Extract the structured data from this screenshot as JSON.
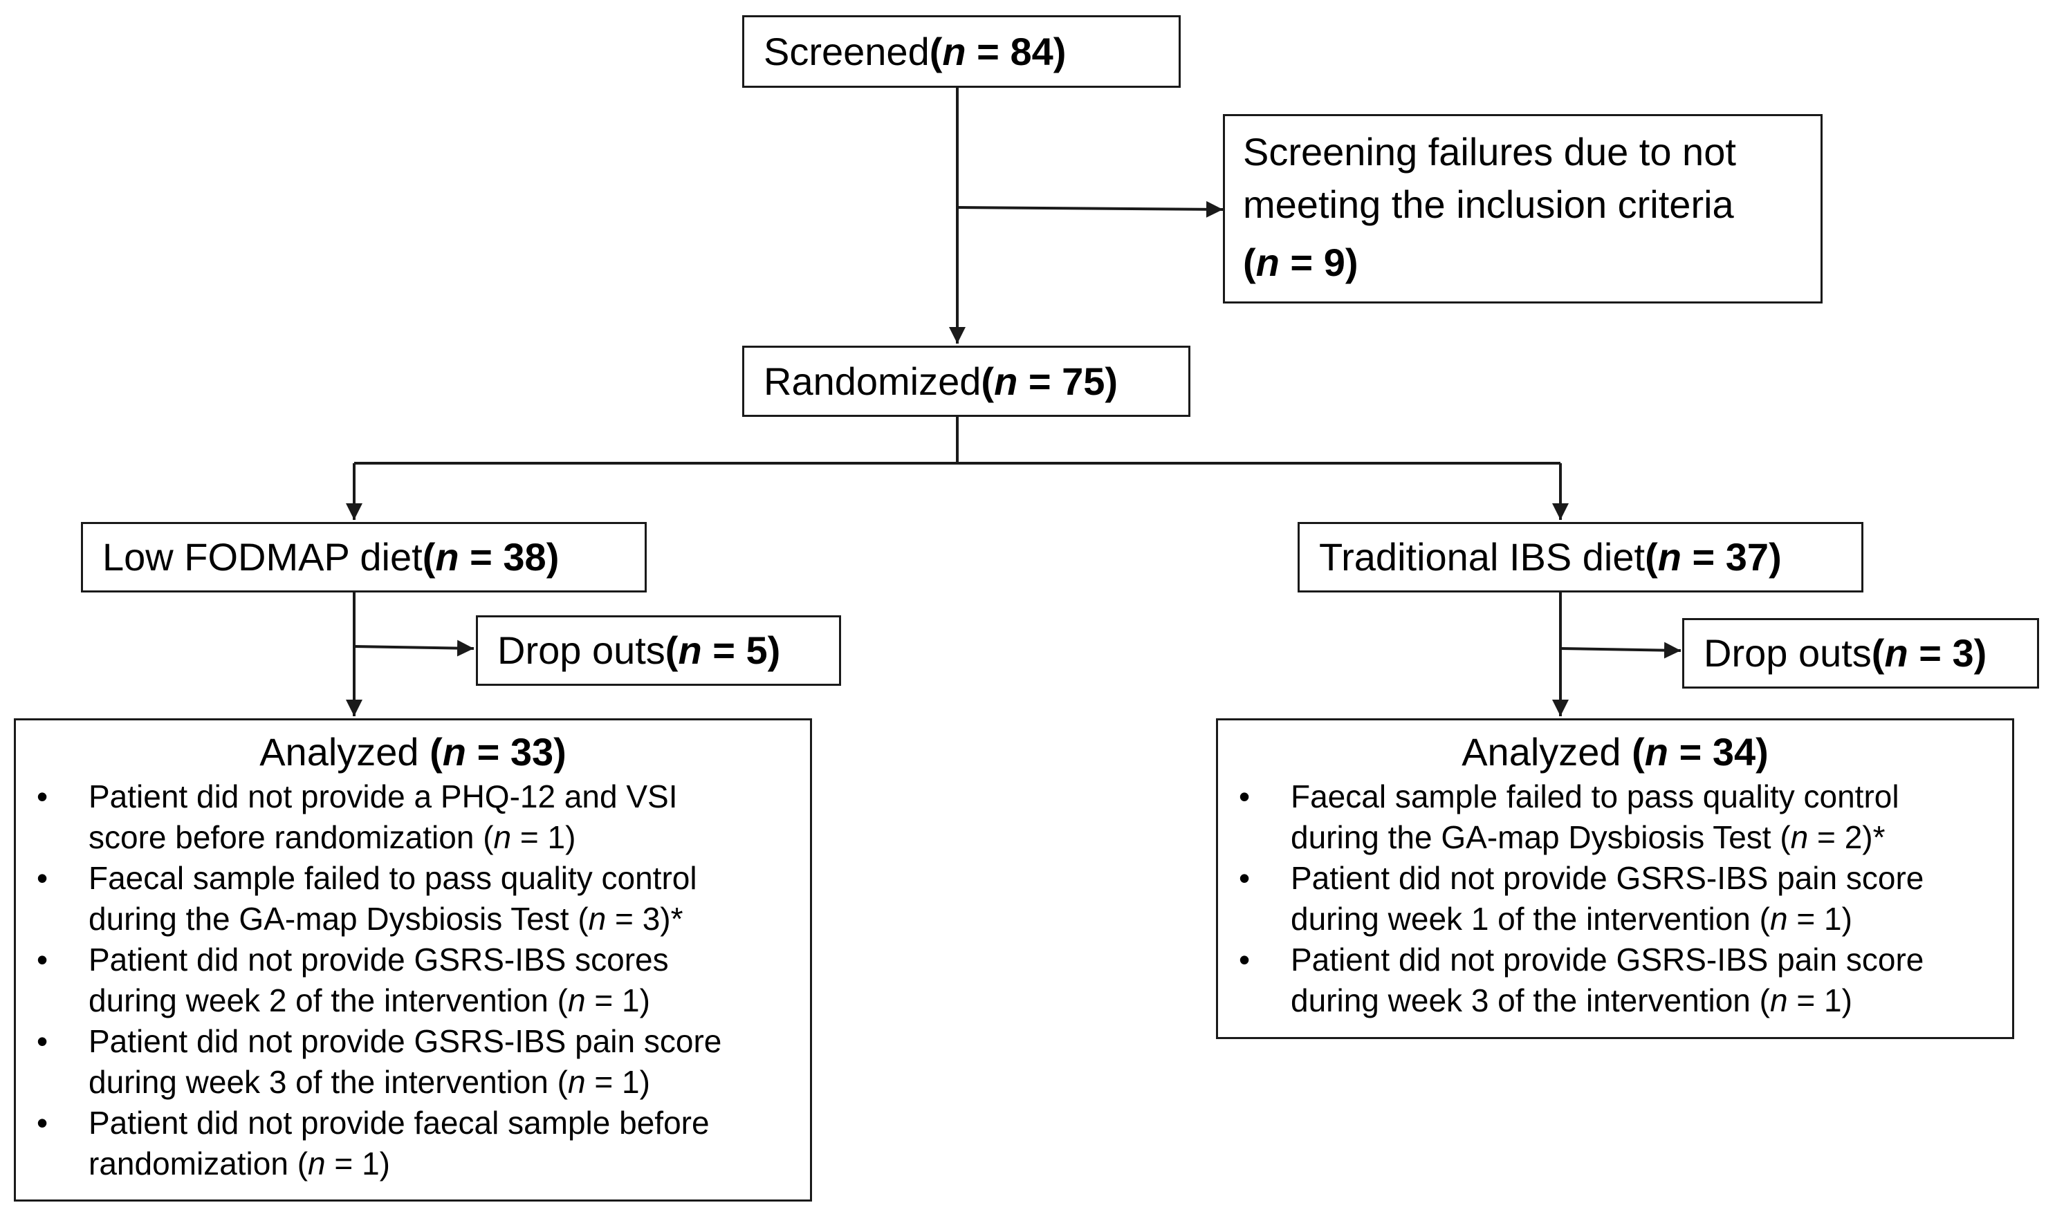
{
  "screened": {
    "label": "Screened ",
    "n_text": "84"
  },
  "screen_fail": {
    "line1": "Screening failures due to not",
    "line2": "meeting the inclusion criteria",
    "n_text": "9"
  },
  "randomized": {
    "label": "Randomized ",
    "n_text": "75"
  },
  "low_fodmap": {
    "label": "Low FODMAP diet ",
    "n_text": "38"
  },
  "traditional": {
    "label": "Traditional IBS diet ",
    "n_text": "37"
  },
  "dropouts_left": {
    "label": "Drop outs ",
    "n_text": "5"
  },
  "dropouts_right": {
    "label": "Drop outs ",
    "n_text": "3"
  },
  "bullet_glyph": "•",
  "n_symbol": "n",
  "n_prefix": "(",
  "n_eq": " = ",
  "n_suffix": ")",
  "analyzed_left": {
    "label": "Analyzed ",
    "n_text": "33",
    "items": [
      {
        "line1": "Patient did not provide a PHQ-12 and VSI",
        "line2_pre": "score before randomization (",
        "n_val": "1",
        "line2_post": ")"
      },
      {
        "line1": "Faecal sample failed to pass quality control",
        "line2_pre": "during the GA-map Dysbiosis Test (",
        "n_val": "3",
        "line2_post": ")*"
      },
      {
        "line1": "Patient did not provide GSRS-IBS scores",
        "line2_pre": "during week 2 of the intervention (",
        "n_val": "1",
        "line2_post": ")"
      },
      {
        "line1": "Patient did not provide GSRS-IBS pain score",
        "line2_pre": "during week 3 of the intervention (",
        "n_val": "1",
        "line2_post": ")"
      },
      {
        "line1": "Patient did not provide faecal sample before",
        "line2_pre": "randomization (",
        "n_val": "1",
        "line2_post": ")"
      }
    ]
  },
  "analyzed_right": {
    "label": "Analyzed ",
    "n_text": "34",
    "items": [
      {
        "line1": "Faecal sample failed to pass quality control",
        "line2_pre": "during the GA-map Dysbiosis Test (",
        "n_val": "2",
        "line2_post": ")*"
      },
      {
        "line1": "Patient did not provide GSRS-IBS pain score",
        "line2_pre": "during week 1 of the intervention (",
        "n_val": "1",
        "line2_post": ")"
      },
      {
        "line1": "Patient did not provide GSRS-IBS pain score",
        "line2_pre": "during week 3 of the intervention (",
        "n_val": "1",
        "line2_post": ")"
      }
    ]
  }
}
